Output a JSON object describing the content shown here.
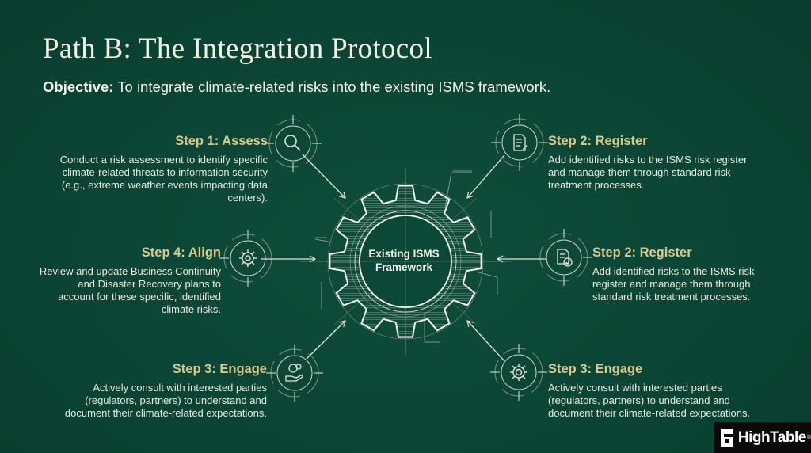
{
  "header": {
    "title": "Path B: The Integration Protocol",
    "objective_label": "Objective:",
    "objective_text": " To integrate climate-related risks into the existing ISMS framework."
  },
  "center": {
    "line1": "Existing ISMS",
    "line2": "Framework",
    "icon": "gear-icon"
  },
  "steps": [
    {
      "position": "top-left",
      "heading": "Step 1: Assess",
      "lines": [
        "Conduct a risk assessment to identify specific",
        "climate-related threats to information security",
        "(e.g., extreme weather events impacting data",
        "centers)."
      ],
      "icon": "magnifier-icon"
    },
    {
      "position": "top-right",
      "heading": "Step 2: Register",
      "lines": [
        "Add identified risks to the ISMS risk register",
        "and manage them through standard risk",
        "treatment processes."
      ],
      "icon": "document-edit-icon"
    },
    {
      "position": "middle-left",
      "heading": "Step 4: Align",
      "lines": [
        "Review and update Business Continuity",
        "and Disaster Recovery plans to",
        "account for these specific, identified",
        "climate risks."
      ],
      "icon": "gear-icon"
    },
    {
      "position": "middle-right",
      "heading": "Step 2: Register",
      "lines": [
        "Add identified risks to the ISMS risk",
        "register and manage them through",
        "standard risk treatment processes."
      ],
      "icon": "document-check-icon"
    },
    {
      "position": "bottom-left",
      "heading": "Step 3: Engage",
      "lines": [
        "Actively consult with interested parties",
        "(regulators, partners) to understand and",
        "document their climate-related expectations."
      ],
      "icon": "hand-handshake-icon"
    },
    {
      "position": "bottom-right",
      "heading": "Step 3: Engage",
      "lines": [
        "Actively consult with interested parties",
        "(regulators, partners) to understand and",
        "document their climate-related expectations."
      ],
      "icon": "gear-icon"
    }
  ],
  "logo": {
    "name": "HighTable",
    "reg": "®"
  },
  "colors": {
    "background": "#0b4535",
    "heading": "#d8c98e",
    "text": "#ece9df",
    "line": "#e6e4d8",
    "logo_bg": "#0a0a0a"
  }
}
